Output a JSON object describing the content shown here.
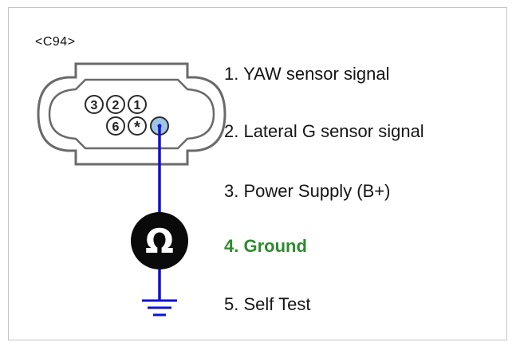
{
  "connector": {
    "label": "<C94>"
  },
  "connector_face": {
    "pin_labels": [
      "3",
      "2",
      "1",
      "6",
      "*"
    ]
  },
  "meter": {
    "symbol": "Ω"
  },
  "legend": {
    "items": [
      {
        "text": "1. YAW sensor signal"
      },
      {
        "text": "2. Lateral G sensor signal"
      },
      {
        "text": "3. Power Supply (B+)"
      },
      {
        "text": "4. Ground",
        "color": "#2e8b2e"
      },
      {
        "text": "5. Self Test"
      }
    ]
  },
  "colors": {
    "probe_wire": "#1010d8",
    "highlight_text": "#2e8b2e",
    "meter_fill": "#0a0a0a",
    "highlight_pin": "#9ec6e4"
  }
}
